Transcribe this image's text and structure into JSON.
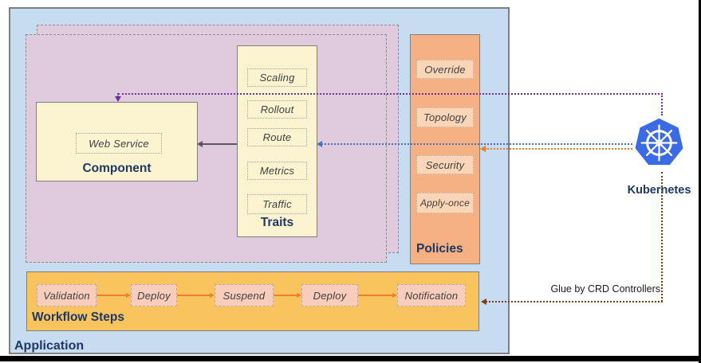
{
  "application": {
    "label": "Application",
    "component": {
      "label": "Component",
      "inner_label": "Web Service"
    },
    "traits": {
      "label": "Traits",
      "items": [
        "Scaling",
        "Rollout",
        "Route",
        "Metrics",
        "Traffic"
      ]
    },
    "policies": {
      "label": "Policies",
      "items": [
        "Override",
        "Topology",
        "Security",
        "Apply-once"
      ]
    },
    "workflow": {
      "label": "Workflow Steps",
      "steps": [
        "Validation",
        "Deploy",
        "Suspend",
        "Deploy",
        "Notification"
      ]
    }
  },
  "kubernetes": {
    "label": "Kubernetes",
    "logo": "kubernetes-helm-wheel-icon"
  },
  "annotations": {
    "glue": "Glue by CRD Controllers"
  },
  "colors": {
    "app_background": "#C8DCF1",
    "pink_group": "#E0CADE",
    "cream_box": "#FCF3D0",
    "policies_box": "#F5B183",
    "policy_item": "#FBD5B7",
    "workflow_box": "#F9C45E",
    "workflow_item": "#F8CDBB",
    "label_navy": "#1F3864",
    "item_text": "#404040",
    "line_purple": "#7030A0",
    "line_blue": "#4472C4",
    "line_orange": "#ED7D31",
    "line_brown": "#843C0C",
    "kubernetes_blue": "#3A6BE4"
  }
}
